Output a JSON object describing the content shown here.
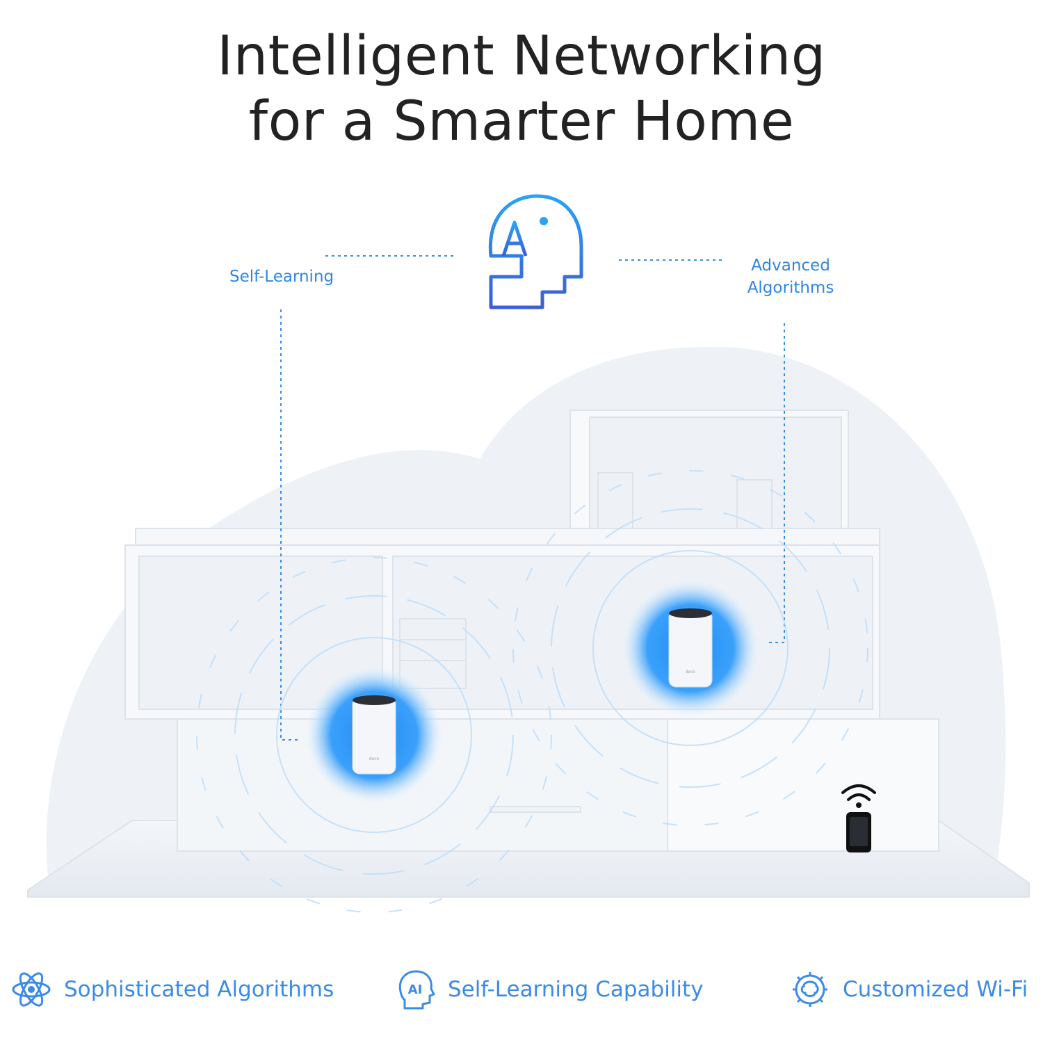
{
  "headline": {
    "line1": "Intelligent Networking",
    "line2": "for a Smarter Home"
  },
  "callouts": {
    "left": "Self-Learning",
    "right_line1": "Advanced",
    "right_line2": "Algorithms"
  },
  "center_icon": "ai-head-icon",
  "features": [
    {
      "icon": "atom-icon",
      "label": "Sophisticated Algorithms"
    },
    {
      "icon": "ai-head-icon",
      "label": "Self-Learning Capability"
    },
    {
      "icon": "gear-brain-icon",
      "label": "Customized Wi-Fi"
    }
  ],
  "colors": {
    "accent": "#2f86e0",
    "headline": "#222222",
    "halo": "#2a8ff0"
  }
}
